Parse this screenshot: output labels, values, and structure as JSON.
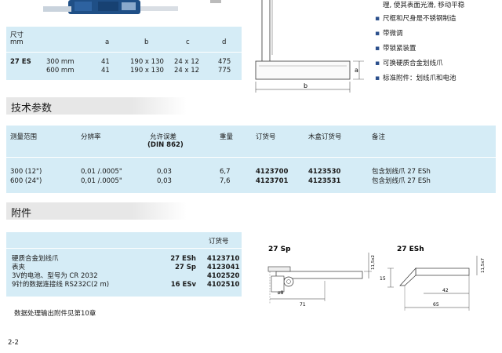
{
  "features": {
    "partial_line": "理, 使其表面光滑, 移动平稳",
    "items": [
      "尺框和尺身是不锈钢制造",
      "带微调",
      "带锁紧装置",
      "可换硬质合金划线爪",
      "标准附件：划线爪和电池"
    ]
  },
  "dims_table": {
    "header_label_1": "尺寸",
    "header_label_2": "mm",
    "columns": [
      "a",
      "b",
      "c",
      "d"
    ],
    "model": "27 ES",
    "rows": [
      {
        "size": "300 mm",
        "a": "41",
        "b": "190 x 130",
        "c": "24 x 12",
        "d": "475"
      },
      {
        "size": "600 mm",
        "a": "41",
        "b": "190 x 130",
        "c": "24 x 12",
        "d": "775"
      }
    ]
  },
  "drawing_top": {
    "label_b": "b",
    "label_a": "a"
  },
  "tech": {
    "title": "技术参数",
    "headers": {
      "range": "测量范围",
      "resolution": "分辨率",
      "tolerance": "允许误差",
      "tolerance_std": "(DIN 862)",
      "weight": "重量",
      "order_no": "订货号",
      "box_order_no": "木盒订货号",
      "remark": "备注"
    },
    "rows": [
      {
        "range": "300 (12\")",
        "resolution": "0,01 /.0005\"",
        "tolerance": "0,03",
        "weight": "6,7",
        "order_no": "4123700",
        "box_order_no": "4123530",
        "remark": "包含划线爪 27 ESh"
      },
      {
        "range": "600 (24\")",
        "resolution": "0,01 /.0005\"",
        "tolerance": "0,03",
        "weight": "7,6",
        "order_no": "4123701",
        "box_order_no": "4123531",
        "remark": "包含划线爪 27 ESh"
      }
    ]
  },
  "accessories": {
    "title": "附件",
    "order_header": "订货号",
    "rows": [
      {
        "name": "硬质合金划线爪",
        "code": "27 ESh",
        "order": "4123710"
      },
      {
        "name": "表夹",
        "code": "27 Sp",
        "order": "4123041"
      },
      {
        "name": "3V的电池、型号为 CR 2032",
        "code": "",
        "order": "4102520"
      },
      {
        "name": "9针的数据连接线 RS232C(2 m)",
        "code": "16 ESv",
        "order": "4102510"
      }
    ],
    "note": "数据处理输出附件见第10章"
  },
  "drawing_sp": {
    "title": "27 Sp",
    "dim_h": "11,5x2",
    "dim_d": "ø8",
    "dim_l": "71"
  },
  "drawing_esh": {
    "title": "27 ESh",
    "dim_h": "11,5x7",
    "dim_15": "15",
    "dim_42": "42",
    "dim_65": "65"
  },
  "page_number": "2-2",
  "colors": {
    "band_blue": "#d5ecf6",
    "product_blue": "#1f4f86",
    "section_gray": "#e7e7e7"
  }
}
